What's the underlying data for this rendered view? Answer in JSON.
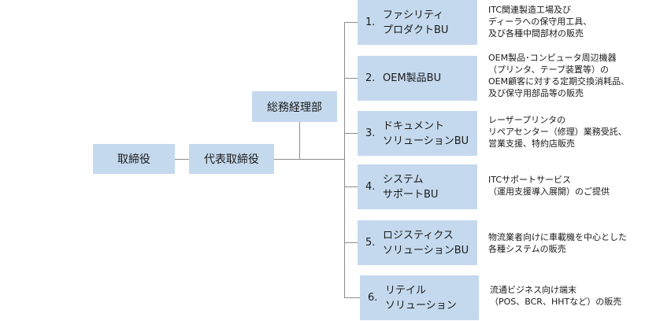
{
  "nodes": {
    "board": "取締役",
    "president": "代表取締役",
    "admin": "総務経理部"
  },
  "units": [
    {
      "num": "1.",
      "name": [
        "ファシリティ",
        "プロダクトBU"
      ],
      "desc": [
        "ITC関連製造工場及び",
        "ディーラへの保守用工具、",
        "及び各種中間部材の販売"
      ]
    },
    {
      "num": "2.",
      "name": [
        "OEM製品BU"
      ],
      "desc": [
        "OEM製品･コンピュータ周辺機器",
        "（プリンタ、テープ装置等）の",
        "OEM顧客に対する定期交換消耗品、",
        "及び保守用部品等の販売"
      ]
    },
    {
      "num": "3.",
      "name": [
        "ドキュメント",
        "ソリューションBU"
      ],
      "desc": [
        "レーザープリンタの",
        "リペアセンター（修理）業務受託、",
        "営業支援、特約店販売"
      ]
    },
    {
      "num": "4.",
      "name": [
        "システム",
        "サポートBU"
      ],
      "desc": [
        "ITCサポートサービス",
        "（運用支援導入展開）のご提供"
      ]
    },
    {
      "num": "5.",
      "name": [
        "ロジスティクス",
        "ソリューションBU"
      ],
      "desc": [
        "物流業者向けに車載機を中心とした",
        "各種システムの販売"
      ]
    },
    {
      "num": "6.",
      "name": [
        "リテイル",
        "ソリューション"
      ],
      "desc": [
        "流通ビジネス向け端末",
        "（POS、BCR、HHTなど）の販売"
      ]
    }
  ]
}
